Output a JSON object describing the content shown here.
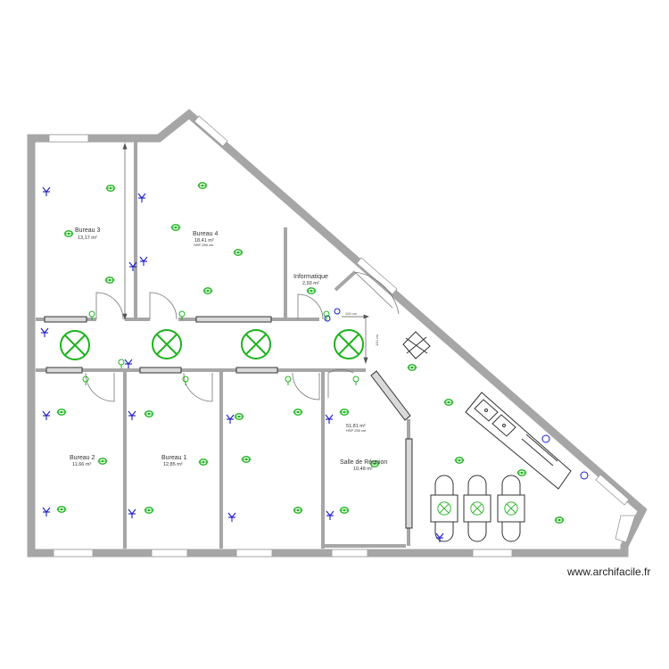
{
  "rooms": {
    "bureau3": {
      "name": "Bureau 3",
      "area": "13,17 m²"
    },
    "bureau4": {
      "name": "Bureau 4",
      "area": "18,41 m²",
      "hsp": "HSP 250 cm"
    },
    "informatique": {
      "name": "Informatique",
      "area": "2,93 m²"
    },
    "corridor": {
      "area": "51,81 m²",
      "hsp": "HSP 250 cm"
    },
    "bureau2": {
      "name": "Bureau 2",
      "area": "11,66 m²"
    },
    "bureau1": {
      "name": "Bureau 1",
      "area": "12,85 m²"
    },
    "salle": {
      "name": "Salle de Réunion",
      "area": "10,48 m²"
    }
  },
  "dimensions": {
    "d1": "100 cm",
    "d2": "100 cm"
  },
  "watermark": "www.archifacile.fr",
  "colors": {
    "wall": "#a6a6a6",
    "symbol": "#1db31d",
    "outlet": "#1a1acc",
    "line": "#555555"
  }
}
